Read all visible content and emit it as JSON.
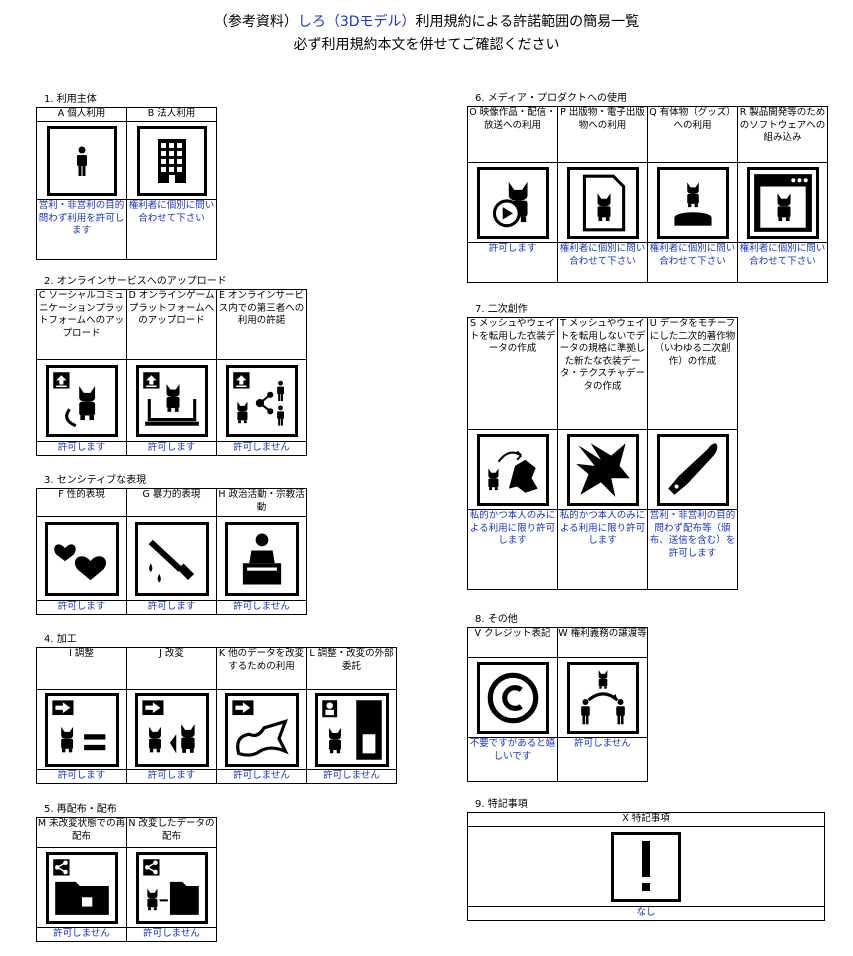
{
  "title": {
    "line1_pre": "（参考資料）",
    "line1_blue": "しろ（3Dモデル）",
    "line1_post": "利用規約による許諾範囲の簡易一覧",
    "line2": "必ず利用規約本文を併せてご確認ください"
  },
  "sections": {
    "s1": {
      "label": "1. 利用主体",
      "items": [
        {
          "label": "A 個人利用",
          "icon": "person-icon",
          "status": "営利・非営利の目的問わず利用を許可します"
        },
        {
          "label": "B 法人利用",
          "icon": "building-icon",
          "status": "権利者に個別に問い合わせて下さい"
        }
      ]
    },
    "s2": {
      "label": "2. オンラインサービスへのアップロード",
      "items": [
        {
          "label": "C ソーシャルコミュニケーションプラットフォームへのアップロード",
          "icon": "social-upload-icon",
          "status": "許可します"
        },
        {
          "label": "D オンラインゲームプラットフォームへのアップロード",
          "icon": "game-upload-icon",
          "status": "許可します"
        },
        {
          "label": "E オンラインサービス内での第三者への利用の許諾",
          "icon": "third-party-share-icon",
          "status": "許可しません"
        }
      ]
    },
    "s3": {
      "label": "3. センシティブな表現",
      "items": [
        {
          "label": "F 性的表現",
          "icon": "hearts-icon",
          "status": "許可します"
        },
        {
          "label": "G 暴力的表現",
          "icon": "knife-icon",
          "status": "許可します"
        },
        {
          "label": "H 政治活動・宗教活動",
          "icon": "podium-icon",
          "status": "許可しません"
        }
      ]
    },
    "s4": {
      "label": "4. 加工",
      "items": [
        {
          "label": "I 調整",
          "icon": "adjust-icon",
          "status": "許可します"
        },
        {
          "label": "J 改変",
          "icon": "modify-icon",
          "status": "許可します"
        },
        {
          "label": "K 他のデータを改変するための利用",
          "icon": "other-data-icon",
          "status": "許可しません"
        },
        {
          "label": "L 調整・改変の外部委託",
          "icon": "outsource-icon",
          "status": "許可しません"
        }
      ]
    },
    "s5": {
      "label": "5. 再配布・配布",
      "items": [
        {
          "label": "M 未改変状態での再配布",
          "icon": "redistribute-icon",
          "status": "許可しません"
        },
        {
          "label": "N 改変したデータの配布",
          "icon": "distribute-modified-icon",
          "status": "許可しません"
        }
      ]
    },
    "s6": {
      "label": "6. メディア・プロダクトへの使用",
      "items": [
        {
          "label": "O 映像作品・配信・放送への利用",
          "icon": "video-icon",
          "status": "許可します"
        },
        {
          "label": "P 出版物・電子出版物への利用",
          "icon": "publication-icon",
          "status": "権利者に個別に問い合わせて下さい"
        },
        {
          "label": "Q 有体物（グッズ）への利用",
          "icon": "figure-icon",
          "status": "権利者に個別に問い合わせて下さい"
        },
        {
          "label": "R 製品開発等のためのソフトウェアへの組み込み",
          "icon": "software-icon",
          "status": "権利者に個別に問い合わせて下さい"
        }
      ]
    },
    "s7": {
      "label": "7. 二次創作",
      "items": [
        {
          "label": "S メッシュやウェイトを転用した衣装データの作成",
          "icon": "costume-icon",
          "status": "私的かつ本人のみによる利用に限り許可します"
        },
        {
          "label": "T メッシュやウェイトを転用しないでデータの規格に準拠した新たな衣装データ・テクスチャデータの作成",
          "icon": "new-costume-icon",
          "status": "私的かつ本人のみによる利用に限り許可します"
        },
        {
          "label": "U データをモチーフにした二次的著作物（いわゆる二次創作）の作成",
          "icon": "pen-icon",
          "status": "営利・非営利の目的問わず配布等（頒布、送信を含む）を許可します"
        }
      ]
    },
    "s8": {
      "label": "8. その他",
      "items": [
        {
          "label": "V クレジット表記",
          "icon": "copyright-icon",
          "status": "不要ですがあると嬉しいです"
        },
        {
          "label": "W 権利義務の譲渡等",
          "icon": "transfer-icon",
          "status": "許可しません"
        }
      ]
    },
    "s9": {
      "label": "9. 特記事項",
      "items": [
        {
          "label": "X 特記事項",
          "icon": "exclamation-icon",
          "status": "なし"
        }
      ]
    }
  },
  "colors": {
    "status_text": "#1a33c8",
    "ink": "#000000"
  }
}
